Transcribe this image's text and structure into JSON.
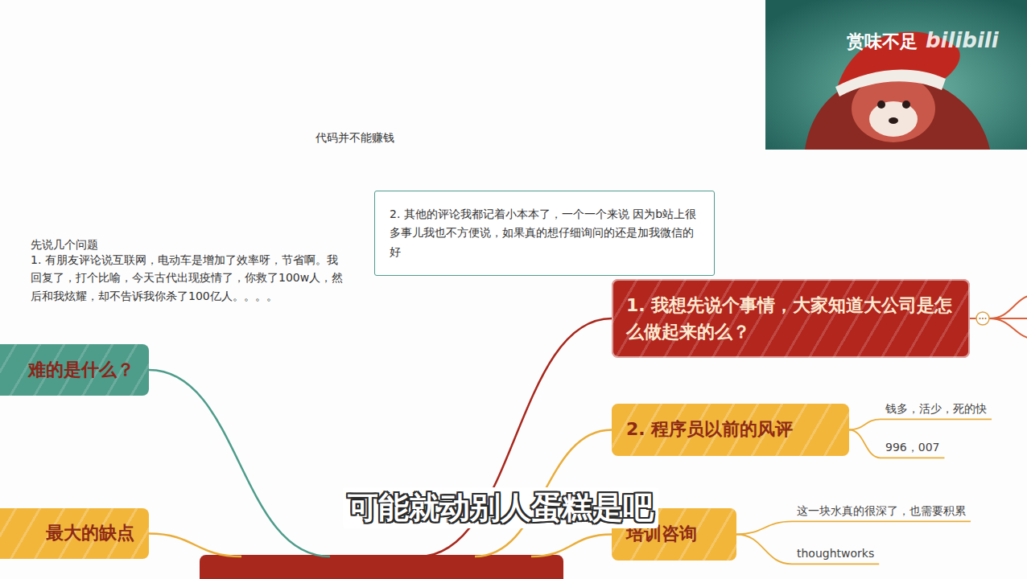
{
  "diagram": {
    "caption": "可能就动别人蛋糕是吧",
    "nodes": [
      {
        "text": [
          "2. 其他的评论我都记着小本本了，一个一个来说 因为b站上很多事儿我也不方便说，如果真的想仔细询问的还是加我微信的好"
        ]
      },
      {
        "text": [
          "1. 我想先说个事情，大家知道大公司是怎么做起来的么？"
        ]
      },
      {
        "text": [
          "难的是什么？"
        ]
      },
      {
        "text": [
          "2. 程序员以前的风评"
        ]
      },
      {
        "text": [
          "最大的缺点"
        ]
      },
      {
        "text": [
          "培训咨询"
        ]
      }
    ],
    "labels": [
      "代码并不能赚钱",
      "先说几个问题",
      "1. 有朋友评论说互联网，电动车是增加了效率呀，节省啊。我回复了，打个比喻，今天古代出现疫情了，你救了100w人，然后和我炫耀，却不告诉我你杀了100亿人。。。。",
      "钱多，活少，死的快",
      "996，007",
      "这一块水真的很深了，也需要积累",
      "thoughtworks",
      "赏味不足",
      "bilibili"
    ]
  }
}
